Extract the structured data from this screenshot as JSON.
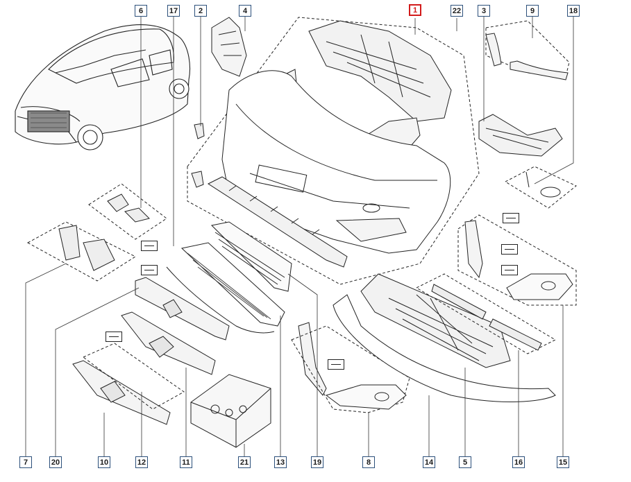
{
  "callouts": {
    "c6": "6",
    "c17": "17",
    "c2": "2",
    "c4": "4",
    "c1": "1",
    "c22": "22",
    "c3": "3",
    "c9": "9",
    "c18": "18",
    "c7": "7",
    "c20": "20",
    "c10": "10",
    "c12": "12",
    "c11": "11",
    "c21": "21",
    "c13": "13",
    "c19": "19",
    "c8": "8",
    "c14": "14",
    "c5": "5",
    "c16": "16",
    "c15": "15"
  },
  "colors": {
    "callout_border": "#2b4f7a",
    "highlight": "#d21a1a",
    "line": "#222222"
  }
}
